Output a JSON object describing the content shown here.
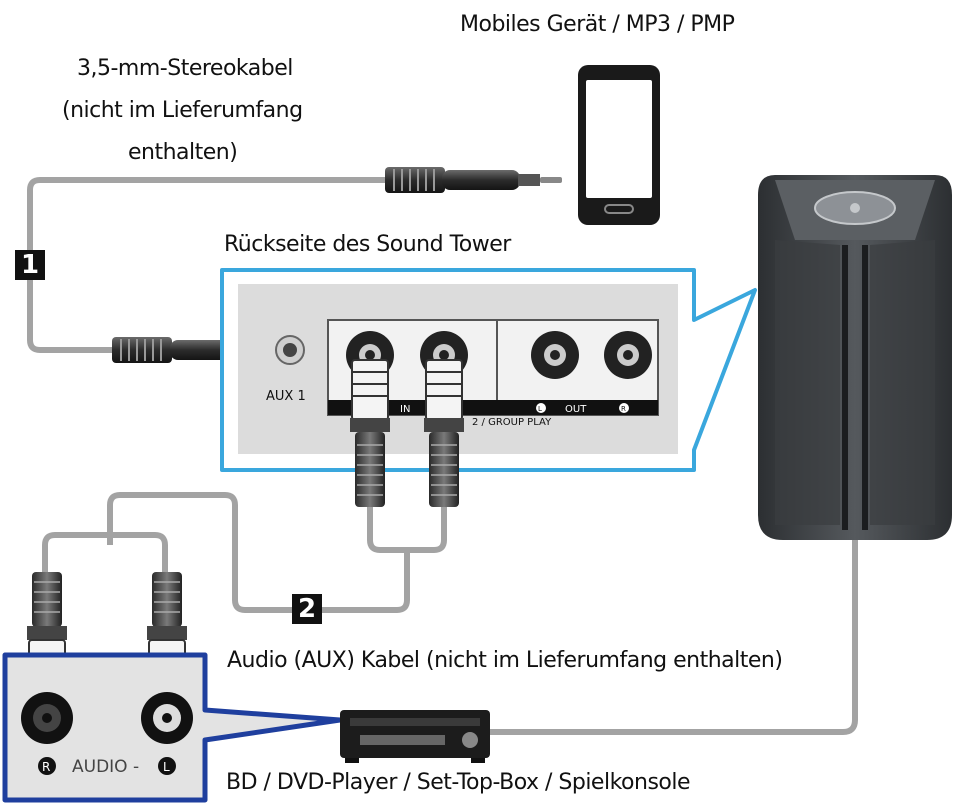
{
  "labels": {
    "mobile_device": "Mobiles Gerät / MP3 / PMP",
    "cable_1_line1": "3,5-mm-Stereokabel",
    "cable_1_line2": "(nicht im Lieferumfang",
    "cable_1_line3": "enthalten)",
    "rear_panel": "Rückseite des Sound Tower",
    "audio_cable": "Audio (AUX) Kabel (nicht im Lieferumfang enthalten)",
    "player": "BD / DVD-Player / Set-Top-Box / Spielkonsole"
  },
  "steps": {
    "one": "1",
    "two": "2"
  },
  "panel": {
    "aux": "AUX 1",
    "in": "IN",
    "group_play": "2 / GROUP PLAY",
    "out": "OUT",
    "left_mark": "L",
    "right_mark": "R"
  },
  "source_panel": {
    "r_mark": "R",
    "audio": "AUDIO -",
    "l_mark": "L"
  },
  "colors": {
    "accent_blue": "#3aa7dd",
    "dark_blue": "#1f3f9e",
    "cable_gray": "#9a9a9a",
    "panel_gray": "#dcdcdc",
    "speaker_dark": "#3a3d40"
  },
  "icons": [
    "smartphone-icon",
    "speaker-tower-icon",
    "media-player-icon",
    "stereo-plug-icon",
    "rca-plug-icon"
  ]
}
